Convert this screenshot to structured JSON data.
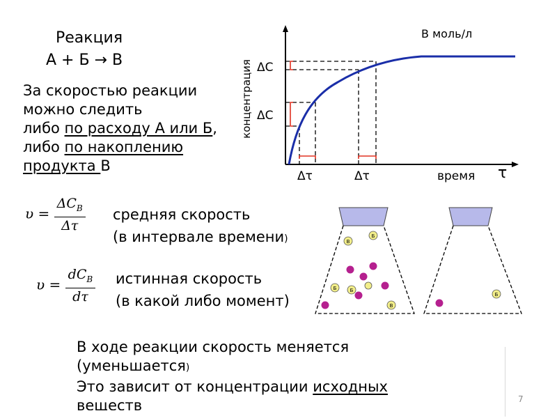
{
  "reaction": {
    "title": "Реакция",
    "equation": "А + Б  → В"
  },
  "intro": {
    "line1": "За скоростью реакции",
    "line2": "можно следить",
    "line3_pre": "либо ",
    "line3_link": "по расходу А или Б",
    "line3_post": ",",
    "line4_pre": "либо ",
    "line4_link": "по накоплению",
    "line5_link": "продукта ",
    "line5_post": "В"
  },
  "graph": {
    "ylabel": "концентрация",
    "xlabel": "время",
    "tau": "τ",
    "unit": "В моль/л",
    "delta_c": "ΔC",
    "delta_tau": "Δτ"
  },
  "avg_rate": {
    "formula_v": "υ",
    "formula_eq": "=",
    "num": "ΔC",
    "num_sub": "B",
    "den": "Δτ",
    "label1": "средняя скорость",
    "label2": "(в интервале времени",
    "label2_close": ")"
  },
  "true_rate": {
    "formula_v": "υ",
    "formula_eq": "=",
    "num": "dC",
    "num_sub": "B",
    "den": "dτ",
    "label1": "истинная скорость",
    "label2": "(в какой либо момент",
    "label2_close": ")"
  },
  "flasks": {
    "marker_b": "Б",
    "marker_v": "В"
  },
  "conclusion": {
    "line1": "В ходе реакции скорость меняется",
    "line2": "(уменьшается",
    "line2_close": ")",
    "line3_pre": "Это зависит от концентрации ",
    "line3_link": "исходных",
    "line4": "веществ"
  },
  "page_number": "7",
  "colors": {
    "curve": "#1a2ea8",
    "drop": "#b5208f",
    "flask_cap": "#b7b9ea",
    "marker": "#f2ee8a",
    "bracket": "#e03020"
  }
}
